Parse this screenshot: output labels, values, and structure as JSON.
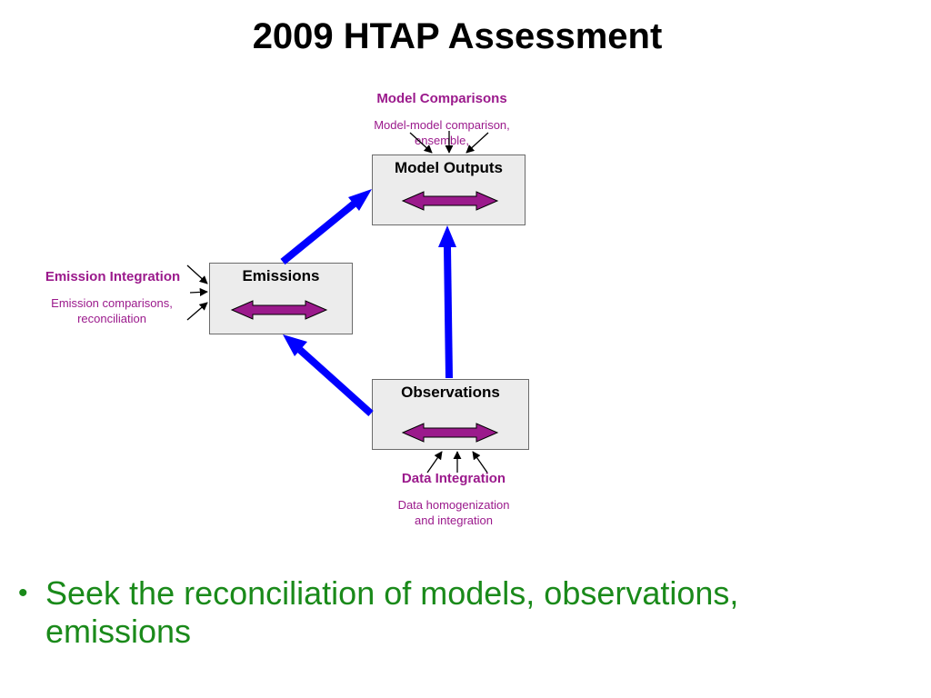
{
  "title": "2009 HTAP Assessment",
  "colors": {
    "accent_purple": "#9b1a8c",
    "flow_arrow_blue": "#0000ff",
    "bullet_green": "#1a8a1a",
    "node_fill": "#ececec"
  },
  "nodes": {
    "model_outputs": "Model Outputs",
    "emissions": "Emissions",
    "observations": "Observations"
  },
  "annotations": {
    "model_comparisons": {
      "heading": "Model Comparisons",
      "detail": "Model-model comparison, ensemble,"
    },
    "emission_integration": {
      "heading": "Emission Integration",
      "detail_line1": "Emission comparisons,",
      "detail_line2": "reconciliation"
    },
    "data_integration": {
      "heading": "Data Integration",
      "detail_line1": "Data homogenization",
      "detail_line2": "and integration"
    }
  },
  "bullets": [
    {
      "text": "Seek the reconciliation of models, observations, emissions"
    }
  ]
}
